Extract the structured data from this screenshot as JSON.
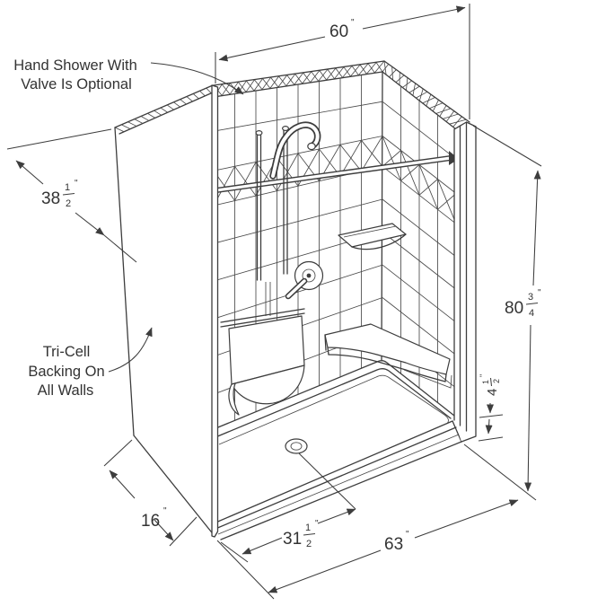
{
  "annotations": {
    "hand_shower": {
      "line1": "Hand Shower With",
      "line2": "Valve Is Optional"
    },
    "tri_cell": {
      "line1": "Tri-Cell",
      "line2": "Backing On",
      "line3": "All Walls"
    }
  },
  "dimensions": {
    "top_width": {
      "value": "60",
      "unit": "\""
    },
    "side_depth": {
      "whole": "38",
      "num": "1",
      "den": "2",
      "unit": "\""
    },
    "right_height": {
      "whole": "80",
      "num": "3",
      "den": "4",
      "unit": "\""
    },
    "threshold_height": {
      "whole": "4",
      "num": "1",
      "den": "2",
      "unit": "\""
    },
    "front_left": {
      "value": "16",
      "unit": "\""
    },
    "drain_offset": {
      "whole": "31",
      "num": "1",
      "den": "2",
      "unit": "\""
    },
    "bottom_width": {
      "value": "63",
      "unit": "\""
    }
  },
  "colors": {
    "line": "#3d3d3d",
    "background": "#ffffff"
  }
}
